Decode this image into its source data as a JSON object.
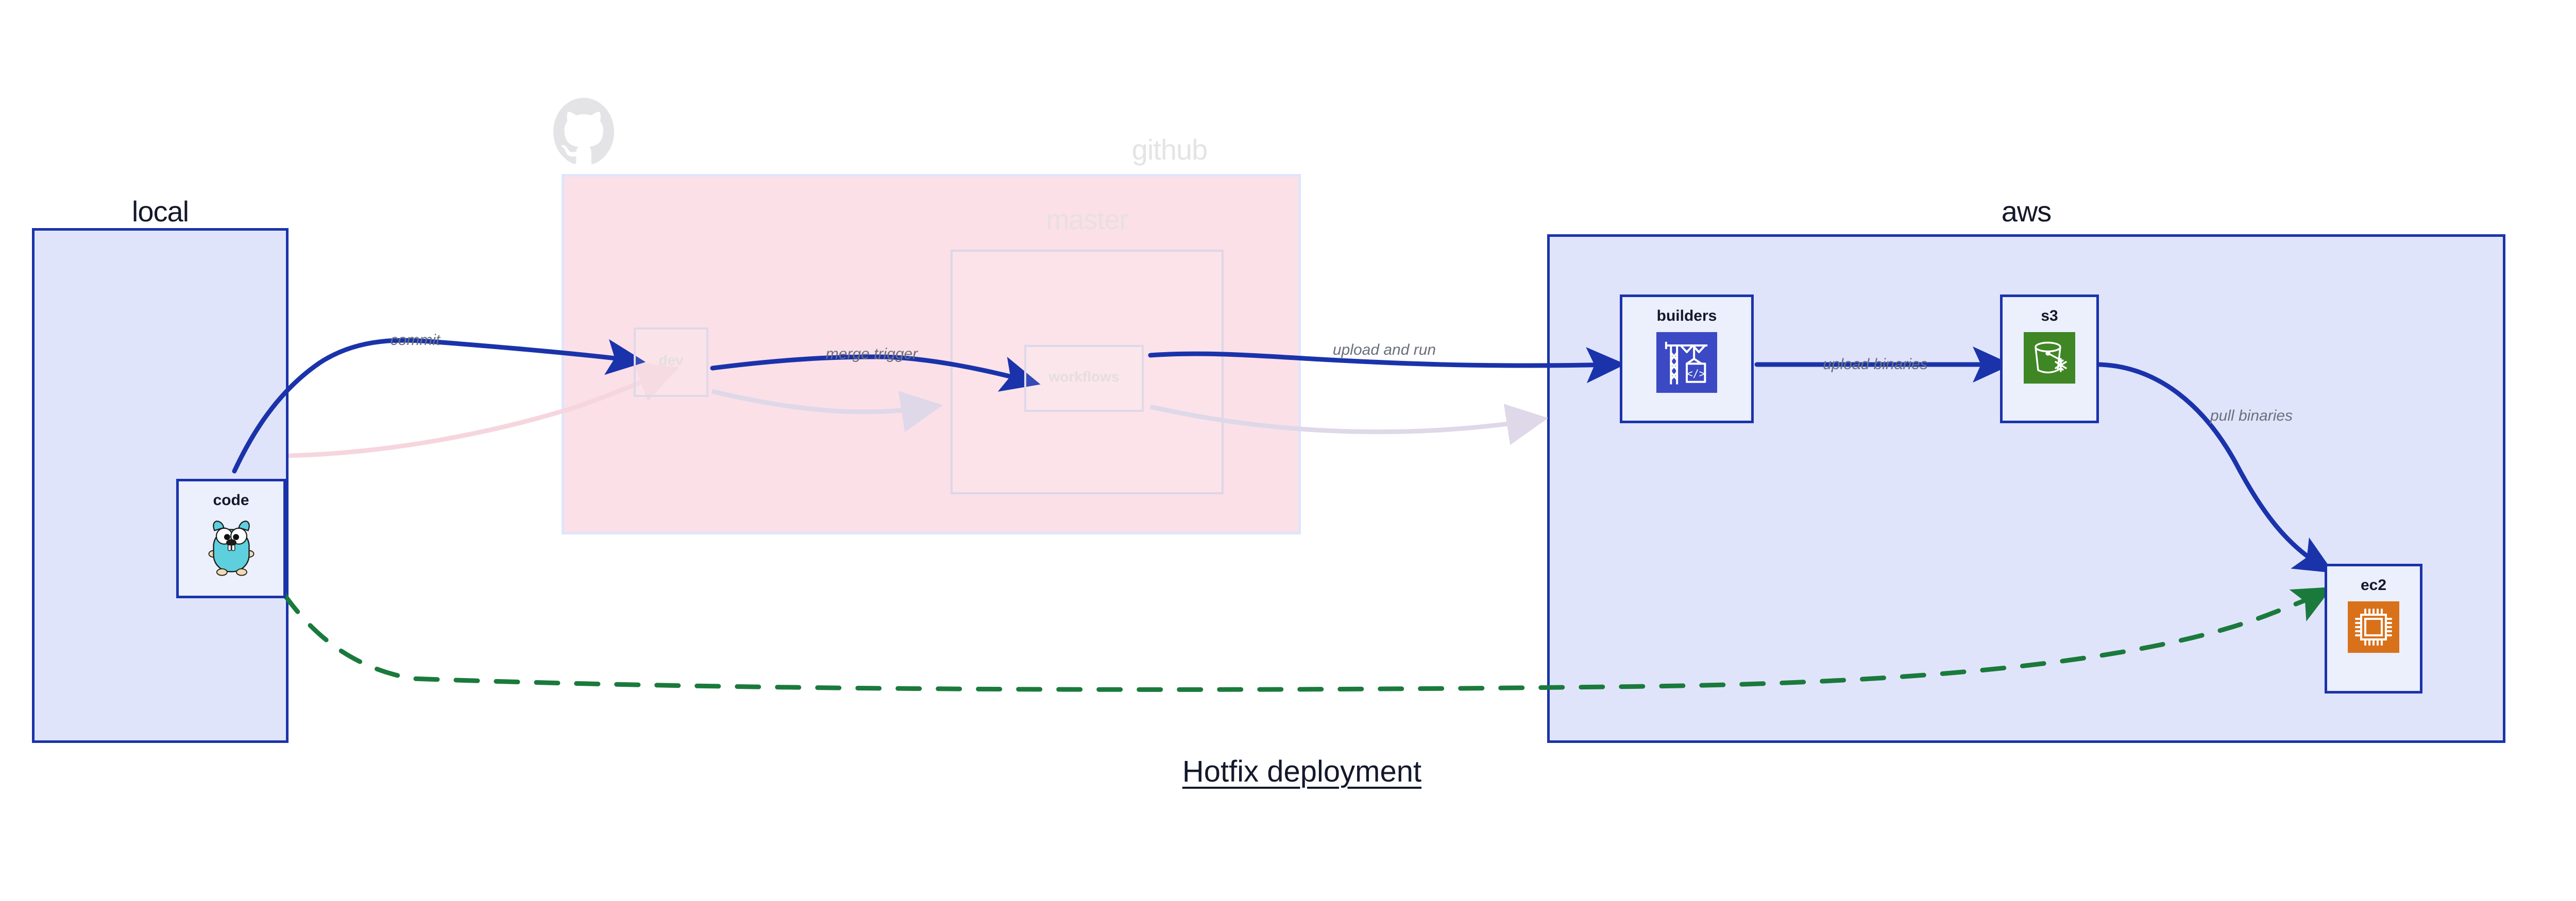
{
  "diagram": {
    "caption": "Hotfix deployment",
    "background": "#ffffff",
    "colors": {
      "group_blue_fill": "#e0e4fb",
      "group_blue_border": "#1a33ab",
      "group_pink_fill": "#fbe0e7",
      "node_fill": "#eceffc",
      "node_border": "#1a33ab",
      "edge_blue": "#1a33ab",
      "edge_green": "#1a7a3c",
      "edge_label_gray": "#6b6f7d",
      "faded_gray": "#e4e4e6",
      "ghost_border": "#ded8e9",
      "codebuild_purple": "#3b49c4",
      "s3_green": "#3f8624",
      "ec2_orange": "#d9711b",
      "gopher_cyan": "#5ecfdd"
    }
  },
  "groups": [
    {
      "id": "local",
      "label": "local",
      "state": "active"
    },
    {
      "id": "github",
      "label": "github",
      "state": "faded",
      "icon": "github-octocat-icon"
    },
    {
      "id": "aws",
      "label": "aws",
      "state": "active"
    }
  ],
  "subgroups": [
    {
      "id": "master",
      "label": "master",
      "parent": "github",
      "state": "faded"
    }
  ],
  "nodes": [
    {
      "id": "code",
      "label": "code",
      "group": "local",
      "state": "active",
      "icon": "go-gopher-icon"
    },
    {
      "id": "dev",
      "label": "dev",
      "group": "github",
      "state": "faded",
      "icon": "none"
    },
    {
      "id": "workflows",
      "label": "workflows",
      "group": "master",
      "state": "faded",
      "icon": "none"
    },
    {
      "id": "builders",
      "label": "builders",
      "group": "aws",
      "state": "active",
      "icon": "aws-codebuild-icon"
    },
    {
      "id": "s3",
      "label": "s3",
      "group": "aws",
      "state": "active",
      "icon": "aws-s3-glacier-icon"
    },
    {
      "id": "ec2",
      "label": "ec2",
      "group": "aws",
      "state": "active",
      "icon": "aws-ec2-chip-icon"
    }
  ],
  "edges": [
    {
      "id": "commit",
      "from": "code",
      "to": "dev",
      "label": "commit",
      "style": "solid",
      "color": "#1a33ab"
    },
    {
      "id": "merge-trigger",
      "from": "dev",
      "to": "workflows",
      "label": "merge trigger",
      "style": "solid",
      "color": "#1a33ab"
    },
    {
      "id": "upload-and-run",
      "from": "workflows",
      "to": "builders",
      "label": "upload and run",
      "style": "solid",
      "color": "#1a33ab"
    },
    {
      "id": "upload-binaries",
      "from": "builders",
      "to": "s3",
      "label": "upload binaries",
      "style": "solid",
      "color": "#1a33ab"
    },
    {
      "id": "pull-binaries",
      "from": "s3",
      "to": "ec2",
      "label": "pull binaries",
      "style": "solid",
      "color": "#1a33ab"
    },
    {
      "id": "hotfix-direct",
      "from": "code",
      "to": "ec2",
      "label": "",
      "style": "dashed",
      "color": "#1a7a3c"
    }
  ]
}
